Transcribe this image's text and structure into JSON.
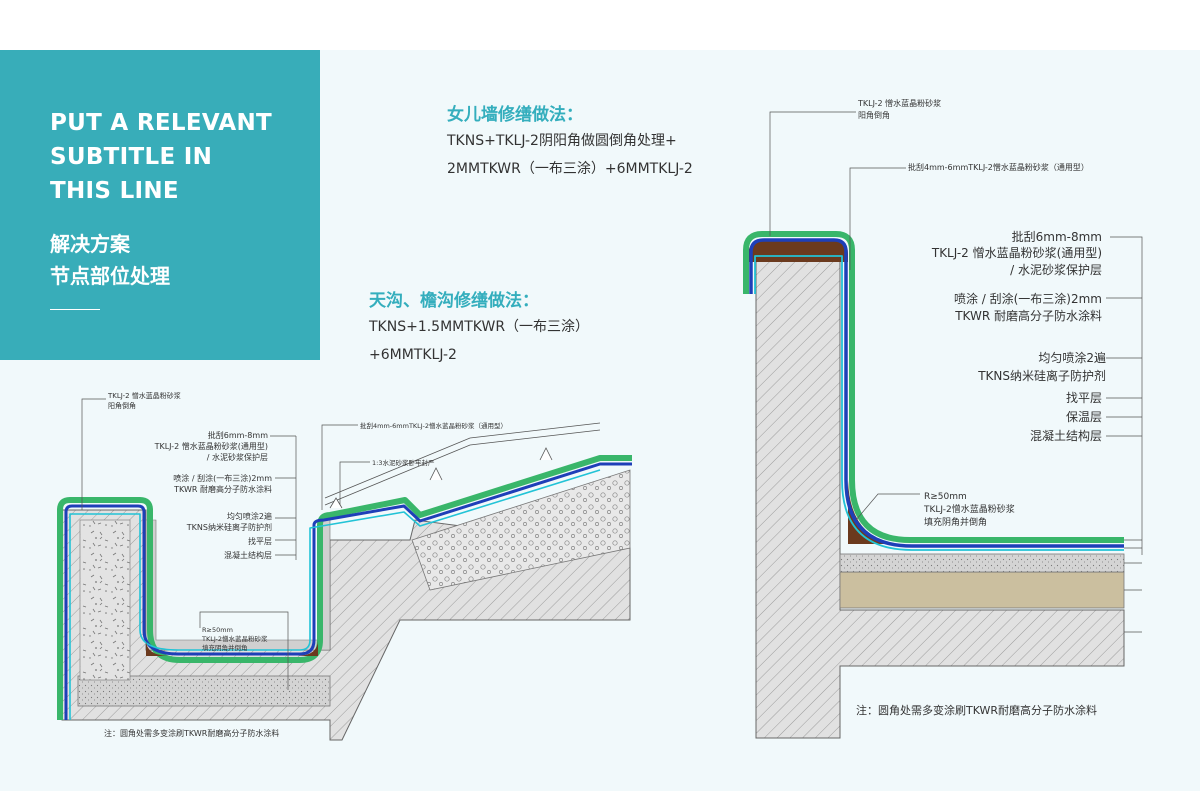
{
  "panel": {
    "title_lines": [
      "PUT A RELEVANT",
      "SUBTITLE IN",
      "THIS LINE"
    ],
    "subtitle_lines": [
      "解决方案",
      "节点部位处理"
    ]
  },
  "parapet": {
    "heading": "女儿墙修缮做法：",
    "lines": [
      "TKNS+TKLJ-2阴阳角做圆倒角处理+",
      "2MMTKWR（一布三涂）+6MMTKLJ-2"
    ]
  },
  "gutter": {
    "heading": "天沟、檐沟修缮做法：",
    "lines": [
      "TKNS+1.5MMTKWR（一布三涂）",
      "+6MMTKLJ-2"
    ]
  },
  "left_diagram": {
    "callouts": {
      "corner_top": [
        "TKLJ-2 憎水蓝晶粉砂浆",
        "阳角倒角"
      ],
      "batch_6_8": [
        "批刮6mm-8mm",
        "TKLJ-2 憎水蓝晶粉砂浆(通用型)",
        "/ 水泥砂浆保护层"
      ],
      "spray": [
        "喷涂 / 刮涂(一布三涂)2mm",
        "TKWR 耐磨高分子防水涂料"
      ],
      "tkns": [
        "均匀喷涂2遍",
        "TKNS纳米硅离子防护剂"
      ],
      "leveling": "找平层",
      "concrete": "混凝土结构层",
      "batch_4_6": "批刮4mm-6mmTKLJ-2憎水蓝晶粉砂浆（通用型）",
      "mortar_seal": "1:3水泥砂浆卧牢封严",
      "fillet": [
        "R≥50mm",
        "TKLJ-2憎水蓝晶粉砂浆",
        "填充阴角并倒角"
      ],
      "note": "注：圆角处需多变涂刷TKWR耐磨高分子防水涂料"
    }
  },
  "right_diagram": {
    "callouts": {
      "corner_top": [
        "TKLJ-2 憎水蓝晶粉砂浆",
        "阳角倒角"
      ],
      "batch_4_6": "批刮4mm-6mmTKLJ-2憎水蓝晶粉砂浆（通用型）",
      "batch_6_8": [
        "批刮6mm-8mm",
        "TKLJ-2 憎水蓝晶粉砂浆(通用型)",
        "/ 水泥砂浆保护层"
      ],
      "spray": [
        "喷涂 / 刮涂(一布三涂)2mm",
        "TKWR 耐磨高分子防水涂料"
      ],
      "tkns": [
        "均匀喷涂2遍",
        "TKNS纳米硅离子防护剂"
      ],
      "leveling": "找平层",
      "insulation": "保温层",
      "concrete": "混凝土结构层",
      "fillet": [
        "R≥50mm",
        "TKLJ-2憎水蓝晶粉砂浆",
        "填充阴角并倒角"
      ],
      "note": "注：圆角处需多变涂刷TKWR耐磨高分子防水涂料"
    }
  },
  "colors": {
    "teal": "#38adb9",
    "heading_teal": "#34aebd",
    "green_layer": "#39b66a",
    "blue_layer": "#1e3fb8",
    "cyan_layer": "#22c3d6",
    "brown_fill": "#6b3a1e",
    "concrete": "#dcdcdc",
    "insulation": "#cbbf9f"
  }
}
